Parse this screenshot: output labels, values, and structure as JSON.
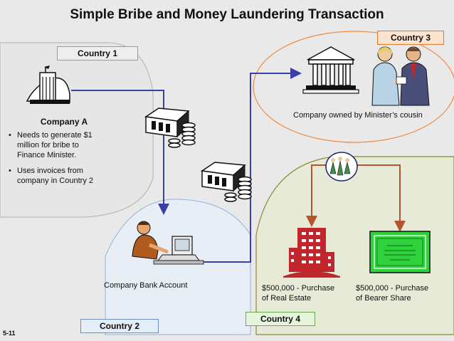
{
  "title": "Simple Bribe and Money Laundering Transaction",
  "countries": {
    "country1": "Country 1",
    "country2": "Country 2",
    "country3": "Country 3",
    "country4": "Country 4"
  },
  "company_a": {
    "name": "Company A",
    "bullets": [
      "Needs to generate $1 million for bribe to Finance Minister.",
      "Uses invoices from company in Country 2"
    ]
  },
  "company_bank_account": "Company Bank Account",
  "company_owned_by_cousin": "Company owned by Minister’s cousin",
  "real_estate": {
    "line1": "$500,000 - Purchase",
    "line2": "of Real Estate"
  },
  "bearer_share": {
    "line1": "$500,000 - Purchase",
    "line2": "of Bearer Share"
  },
  "slide_number": "5-11",
  "colors": {
    "flow_line_blue": "#3b3fa8",
    "flow_line_brown": "#b5552d",
    "country1_border": "#a8a8a8",
    "country2_border": "#8fb2dc",
    "country3_border": "#f08a3c",
    "country4_border": "#8a8a2a",
    "building_red": "#c0262c",
    "certificate_green": "#2fd23a"
  }
}
